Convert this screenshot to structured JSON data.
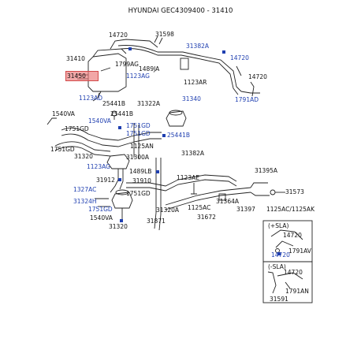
{
  "title": "HYUNDAI GEC4309400 - 31410",
  "highlight": {
    "part": "31450",
    "color": "#e57373"
  },
  "colors": {
    "line": "#222222",
    "blue_label": "#1f3fb0"
  },
  "labels": [
    {
      "id": "l1",
      "text": "14720",
      "blue": false
    },
    {
      "id": "l2",
      "text": "31598",
      "blue": false
    },
    {
      "id": "l3",
      "text": "31382A",
      "blue": true
    },
    {
      "id": "l4",
      "text": "14720",
      "blue": true
    },
    {
      "id": "l5",
      "text": "31410",
      "blue": false
    },
    {
      "id": "l6",
      "text": "1799AG",
      "blue": false
    },
    {
      "id": "l7",
      "text": "1489JA",
      "blue": false
    },
    {
      "id": "l8",
      "text": "14720",
      "blue": false
    },
    {
      "id": "l9",
      "text": "31450",
      "blue": false
    },
    {
      "id": "l10",
      "text": "1123AG",
      "blue": true
    },
    {
      "id": "l11",
      "text": "1123AR",
      "blue": false
    },
    {
      "id": "l12",
      "text": "1791AD",
      "blue": true
    },
    {
      "id": "l13",
      "text": "1123AD",
      "blue": true
    },
    {
      "id": "l14",
      "text": "25441B",
      "blue": false
    },
    {
      "id": "l15",
      "text": "31322A",
      "blue": false
    },
    {
      "id": "l16",
      "text": "31340",
      "blue": true
    },
    {
      "id": "l17",
      "text": "1540VA",
      "blue": false
    },
    {
      "id": "l18",
      "text": "1751GD",
      "blue": false
    },
    {
      "id": "l19",
      "text": "1540VA",
      "blue": true
    },
    {
      "id": "l20",
      "text": "25441B",
      "blue": false
    },
    {
      "id": "l21",
      "text": "1751GD",
      "blue": true
    },
    {
      "id": "l22",
      "text": "1751GD",
      "blue": true
    },
    {
      "id": "l23",
      "text": "25441B",
      "blue": true
    },
    {
      "id": "l24",
      "text": "1751GD",
      "blue": false
    },
    {
      "id": "l25",
      "text": "1125AN",
      "blue": false
    },
    {
      "id": "l26",
      "text": "31320",
      "blue": false
    },
    {
      "id": "l27",
      "text": "31300A",
      "blue": false
    },
    {
      "id": "l28",
      "text": "31382A",
      "blue": false
    },
    {
      "id": "l29",
      "text": "1123AG",
      "blue": true
    },
    {
      "id": "l30",
      "text": "1489LB",
      "blue": false
    },
    {
      "id": "l31",
      "text": "31395A",
      "blue": false
    },
    {
      "id": "l32",
      "text": "31912",
      "blue": false
    },
    {
      "id": "l33",
      "text": "31910",
      "blue": false
    },
    {
      "id": "l34",
      "text": "1123AE",
      "blue": false
    },
    {
      "id": "l35",
      "text": "1327AC",
      "blue": true
    },
    {
      "id": "l36",
      "text": "1751GD",
      "blue": false
    },
    {
      "id": "l37",
      "text": "31324H",
      "blue": true
    },
    {
      "id": "l38",
      "text": "31573",
      "blue": false
    },
    {
      "id": "l39",
      "text": "1751GD",
      "blue": true
    },
    {
      "id": "l40",
      "text": "1125AC",
      "blue": false
    },
    {
      "id": "l41",
      "text": "31364A",
      "blue": false
    },
    {
      "id": "l42",
      "text": "31320A",
      "blue": false
    },
    {
      "id": "l43",
      "text": "31397",
      "blue": false
    },
    {
      "id": "l44",
      "text": "1125AC/1125AK",
      "blue": false
    },
    {
      "id": "l45",
      "text": "1540VA",
      "blue": false
    },
    {
      "id": "l46",
      "text": "31871",
      "blue": false
    },
    {
      "id": "l47",
      "text": "31672",
      "blue": false
    },
    {
      "id": "l48",
      "text": "31320",
      "blue": false
    }
  ],
  "inset1": {
    "title": "(+SLA)",
    "labels": [
      {
        "id": "i1",
        "text": "14720",
        "blue": false
      },
      {
        "id": "i2",
        "text": "1791AV",
        "blue": false
      },
      {
        "id": "i3",
        "text": "14720",
        "blue": true
      }
    ]
  },
  "inset2": {
    "title": "(-SLA)",
    "labels": [
      {
        "id": "j1",
        "text": "14720",
        "blue": false
      },
      {
        "id": "j2",
        "text": "1791AN",
        "blue": false
      },
      {
        "id": "j3",
        "text": "31591",
        "blue": false
      }
    ]
  }
}
